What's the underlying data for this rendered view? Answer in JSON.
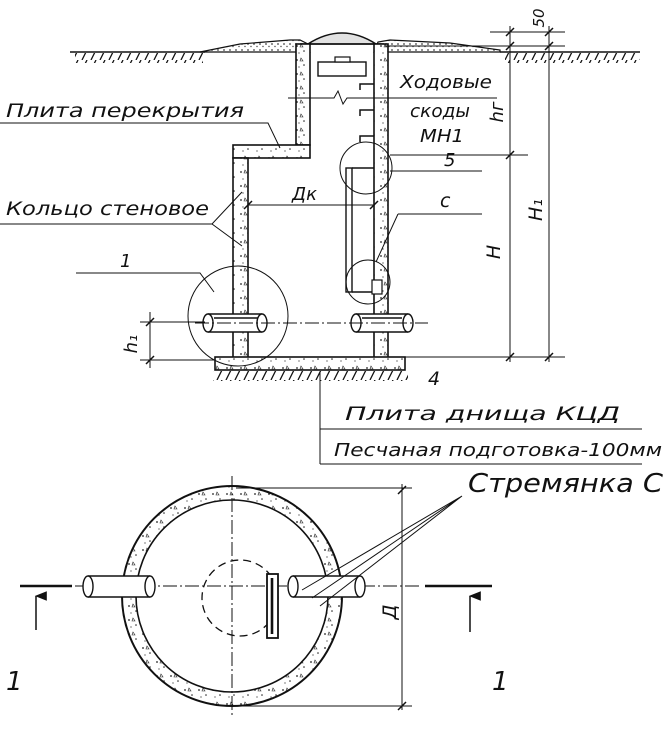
{
  "labels": {
    "dim_50": "50",
    "hodovye": "Ходовые",
    "skody": "скоды",
    "mn1": "МН1",
    "h_g": "hг",
    "plita_perekrytiya": "Плита перекрытия",
    "num_5": "5",
    "koltso_stenovoe": "Кольцо стеновое",
    "d_k": "Дк",
    "c": "с",
    "H": "H",
    "H1": "H₁",
    "num_1": "1",
    "h1": "h₁",
    "num_4": "4",
    "plita_dnishcha": "Плита днища КЦД",
    "peschanaya": "Песчаная подготовка-100мм",
    "stremyanka": "Стремянка С",
    "section_left": "1",
    "section_right": "1",
    "D": "Д"
  }
}
